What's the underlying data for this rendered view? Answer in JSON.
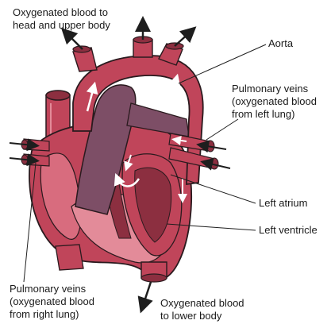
{
  "labels": {
    "top_left": [
      "Oxygenated blood to",
      "head and upper body"
    ],
    "aorta": "Aorta",
    "pulmonary_veins_left": [
      "Pulmonary veins",
      "(oxygenated blood",
      "from left lung)"
    ],
    "left_atrium": "Left atrium",
    "left_ventricle": "Left ventricle",
    "pulmonary_veins_right": [
      "Pulmonary veins",
      "(oxygenated blood",
      "from right lung)"
    ],
    "bottom": [
      "Oxygenated blood",
      "to lower body"
    ]
  },
  "colors": {
    "outer_wall": "#c0455a",
    "dark_vessel": "#8c2f40",
    "interior_light": "#e38b99",
    "interior_mid": "#d86c7e",
    "purple_vessel": "#7d4e66",
    "outline": "#2a1a1e",
    "arrow": "#1e1e1e"
  },
  "icons": [
    "arrow-up-left",
    "arrow-up",
    "arrow-up-right",
    "arrow-down",
    "flow-arrow-white"
  ]
}
